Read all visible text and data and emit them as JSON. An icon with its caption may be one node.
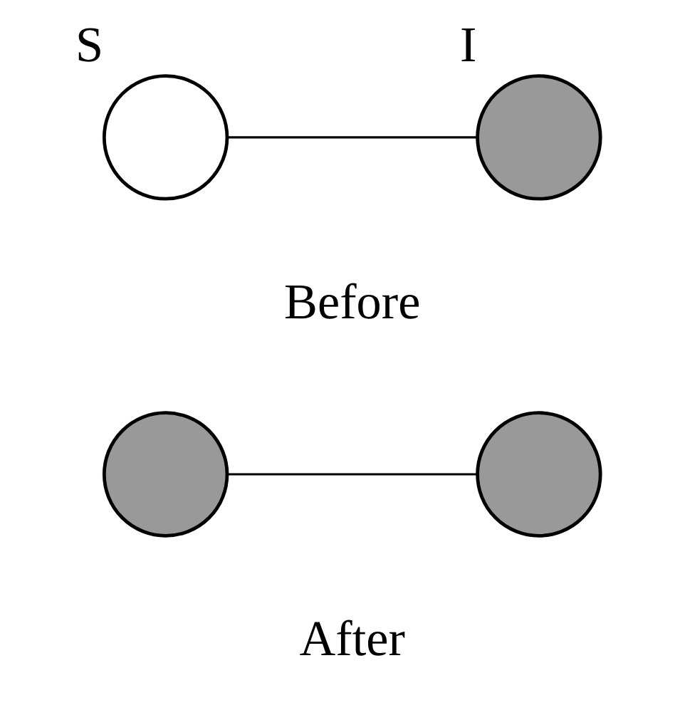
{
  "diagram": {
    "nodes": [
      {
        "text": [
          "S"
        ]
      },
      {
        "text": [
          "I"
        ]
      },
      {
        "text": [],
        "shape": "circle"
      },
      {
        "text": [],
        "shape": "circle"
      }
    ],
    "edges": [
      {
        "from": 0,
        "to": 1,
        "arrow": "none"
      },
      {
        "from": 2,
        "to": 3,
        "arrow": "none"
      }
    ],
    "labels": [
      "Before",
      "After"
    ]
  }
}
